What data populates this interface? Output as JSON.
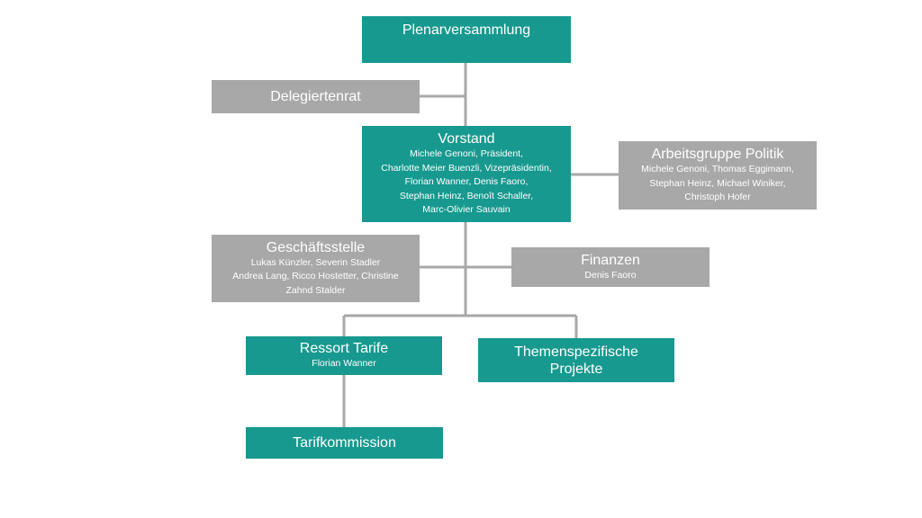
{
  "colors": {
    "primary": "#17998f",
    "secondary": "#a8a8a8",
    "connector": "#a8a8a8"
  },
  "org": {
    "plenar": {
      "title": "Plenarversammlung"
    },
    "delegierte": {
      "title": "Delegiertenrat"
    },
    "vorstand": {
      "title": "Vorstand",
      "lines": [
        "Michele Genoni, Präsident,",
        "Charlotte Meier Buenzli, Vizepräsidentin,",
        "Florian Wanner, Denis Faoro,",
        "Stephan Heinz, Benoît Schaller,",
        "Marc-Olivier Sauvain"
      ]
    },
    "politik": {
      "title": "Arbeitsgruppe Politik",
      "lines": [
        "Michele Genoni, Thomas Eggimann,",
        "Stephan Heinz, Michael Winiker,",
        "Christoph Hofer"
      ]
    },
    "geschaeft": {
      "title": "Geschäftsstelle",
      "lines": [
        "Lukas Künzler, Severin Stadler",
        "Andrea Lang, Ricco Hostetter, Christine",
        "Zahnd Stalder"
      ]
    },
    "finanzen": {
      "title": "Finanzen",
      "lines": [
        "Denis Faoro"
      ]
    },
    "tarife": {
      "title": "Ressort Tarife",
      "lines": [
        "Florian Wanner"
      ]
    },
    "projekte": {
      "title_lines": [
        "Themenspezifische",
        "Projekte"
      ]
    },
    "tarifkommission": {
      "title": "Tarifkommission"
    }
  }
}
